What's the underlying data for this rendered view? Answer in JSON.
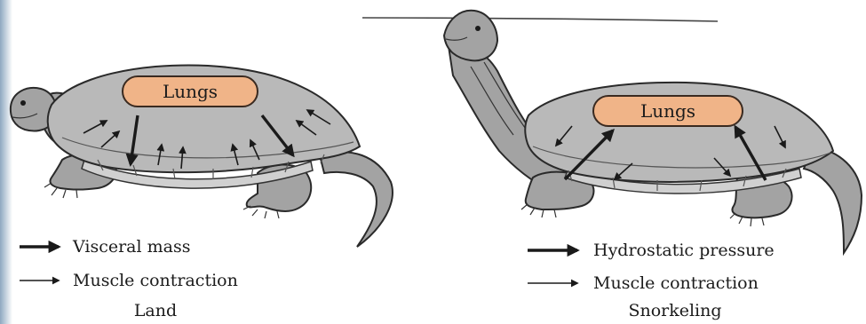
{
  "colors": {
    "lungs_fill": "#f0b488",
    "shell": "#b9b9b9",
    "skin": "#a3a3a3",
    "left_edge_band": "#8ea8c0"
  },
  "panels": [
    {
      "id": "land",
      "lungs_label": "Lungs",
      "legend": [
        {
          "arrow": "thick",
          "label": "Visceral mass"
        },
        {
          "arrow": "thin",
          "label": "Muscle contraction"
        }
      ],
      "caption": "Land"
    },
    {
      "id": "snorkeling",
      "lungs_label": "Lungs",
      "legend": [
        {
          "arrow": "thick",
          "label": "Hydrostatic pressure"
        },
        {
          "arrow": "thin",
          "label": "Muscle contraction"
        }
      ],
      "caption": "Snorkeling"
    }
  ]
}
